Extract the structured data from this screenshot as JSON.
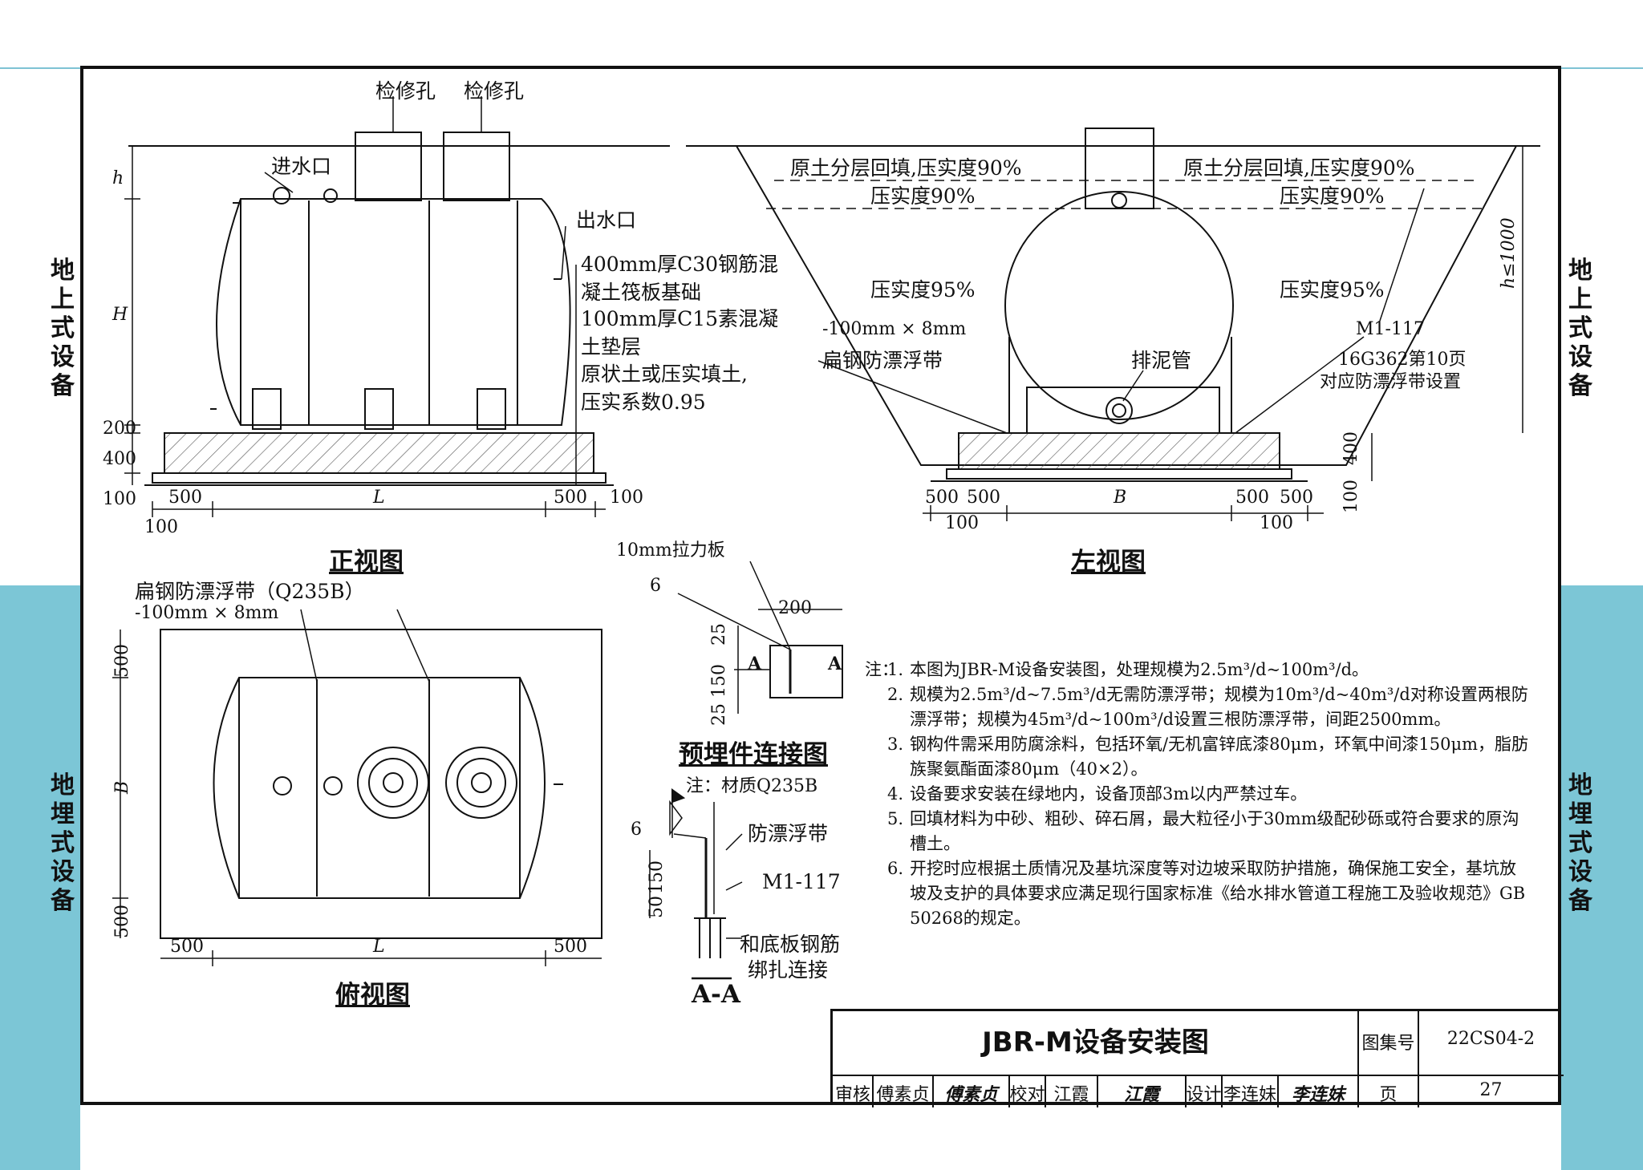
{
  "side_labels": {
    "upper": "地上式设备",
    "lower": "地埋式设备"
  },
  "front_view": {
    "title": "正视图",
    "inspection_hole_1": "检修孔",
    "inspection_hole_2": "检修孔",
    "inlet": "进水口",
    "outlet": "出水口",
    "note_base": "400mm厚C30钢筋混凝土筏板基础",
    "note_base_l1": "400mm厚C30钢筋混",
    "note_base_l2": "凝土筏板基础",
    "note_cushion_l1": "100mm厚C15素混凝",
    "note_cushion_l2": "土垫层",
    "note_soil_l1": "原状土或压实填土,",
    "note_soil_l2": "压实系数0.95",
    "dim_h": "h",
    "dim_H": "H",
    "dim_200": "200",
    "dim_400": "400",
    "dim_100": "100",
    "dim_500_left": "500",
    "dim_L": "L",
    "dim_500_right": "500",
    "dim_100_right": "100",
    "dim_100_bottom": "100"
  },
  "left_view": {
    "title": "左视图",
    "backfill_left": "原土分层回填,压实度90%",
    "backfill_right": "原土分层回填,压实度90%",
    "compact90_left": "压实度90%",
    "compact90_right": "压实度90%",
    "compact95_left": "压实度95%",
    "compact95_right": "压实度95%",
    "strap_dim": "-100mm × 8mm",
    "strap_name": "扁钢防漂浮带",
    "sludge_pipe": "排泥管",
    "m1": "M1-117",
    "ref_l1": "16G362第10页",
    "ref_l2": "对应防漂浮带设置",
    "h_limit": "h≤1000",
    "dim_400": "400",
    "dim_100": "100",
    "dim_500a": "500",
    "dim_500b": "500",
    "dim_B": "B",
    "dim_500c": "500",
    "dim_500d": "500",
    "dim_100a": "100",
    "dim_100b": "100"
  },
  "top_view": {
    "title": "俯视图",
    "strap_name": "扁钢防漂浮带（Q235B）",
    "strap_dim": "-100mm × 8mm",
    "dim_500_top": "500",
    "dim_B": "B",
    "dim_500_bottom": "500",
    "dim_500_left": "500",
    "dim_L": "L",
    "dim_500_right": "500"
  },
  "embed_detail": {
    "title": "预埋件连接图",
    "plate": "10mm拉力板",
    "weld": "6",
    "dim_200": "200",
    "dim_25a": "25",
    "dim_150": "150",
    "dim_25b": "25",
    "sec_a1": "A",
    "sec_a2": "A",
    "material": "注：材质Q235B"
  },
  "section_aa": {
    "title": "A-A",
    "weld": "6",
    "strap": "防漂浮带",
    "m1": "M1-117",
    "rebar_l1": "和底板钢筋",
    "rebar_l2": "绑扎连接",
    "dim_50": "50",
    "dim_150": "150"
  },
  "notes": {
    "heading": "注：",
    "items": [
      "本图为JBR-M设备安装图，处理规模为2.5m³/d~100m³/d。",
      "规模为2.5m³/d~7.5m³/d无需防漂浮带；规模为10m³/d~40m³/d对称设置两根防漂浮带；规模为45m³/d~100m³/d设置三根防漂浮带，间距2500mm。",
      "钢构件需采用防腐涂料，包括环氧/无机富锌底漆80μm，环氧中间漆150μm，脂肪族聚氨酯面漆80μm（40×2）。",
      "设备要求安装在绿地内，设备顶部3m以内严禁过车。",
      "回填材料为中砂、粗砂、碎石屑，最大粒径小于30mm级配砂砾或符合要求的原沟槽土。",
      "开挖时应根据土质情况及基坑深度等对边坡采取防护措施，确保施工安全，基坑放坡及支护的具体要求应满足现行国家标准《给水排水管道工程施工及验收规范》GB 50268的规定。"
    ]
  },
  "title_block": {
    "drawing_title": "JBR-M设备安装图",
    "atlas_label": "图集号",
    "atlas_no": "22CS04-2",
    "review_label": "审核",
    "review_name": "傅素贞",
    "review_sign": "傅素贞",
    "check_label": "校对",
    "check_name": "江霞",
    "check_sign": "江霞",
    "design_label": "设计",
    "design_name": "李连妹",
    "design_sign": "李连妹",
    "page_label": "页",
    "page_no": "27"
  },
  "colors": {
    "band": "#7cc6d6",
    "line": "#111111"
  }
}
